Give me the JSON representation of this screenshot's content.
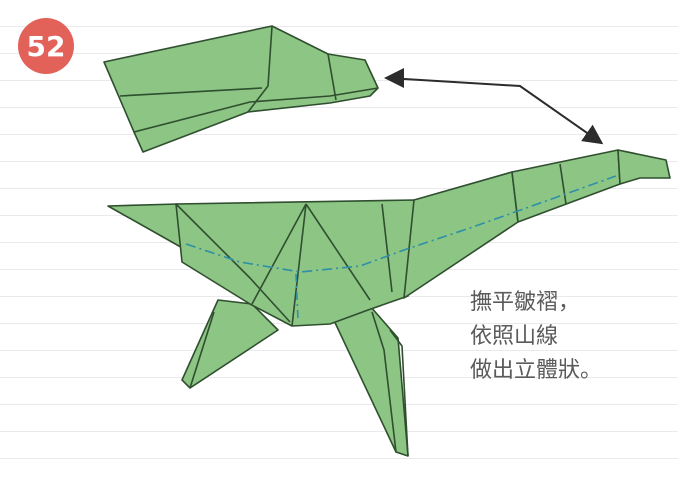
{
  "step": {
    "number": "52",
    "color": "#e2625a"
  },
  "instructions": {
    "lines": [
      "撫平皺褶，",
      "依照山線",
      "做出立體狀。"
    ]
  },
  "colors": {
    "paper_fill": "#8cc584",
    "fold_stroke": "#2f4f2f",
    "mountain_line": "#2d8fa8",
    "arrow": "#2c2c2c",
    "text": "#5b5b5b"
  },
  "icons": [
    "transfer-arrow-icon"
  ]
}
